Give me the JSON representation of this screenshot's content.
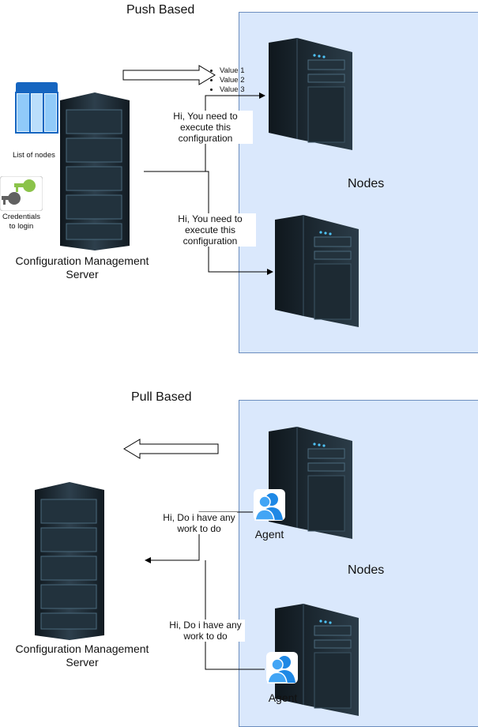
{
  "push": {
    "title": "Push Based",
    "nodes_label": "Nodes",
    "server_label": "Configuration Management Server",
    "list_label": "List of nodes",
    "credentials_label": "Credentials to login",
    "values": [
      "Value 1",
      "Value 2",
      "Value 3"
    ],
    "msg1": "Hi, You need to execute this configuration",
    "msg2": "Hi, You need to execute this configuration"
  },
  "pull": {
    "title": "Pull Based",
    "nodes_label": "Nodes",
    "server_label": "Configuration Management Server",
    "agent1_label": "Agent",
    "agent2_label": "Agent",
    "msg1": "Hi, Do i have any work to do",
    "msg2": "Hi, Do i have any work to do"
  },
  "colors": {
    "panel_fill": "#dae8fc",
    "panel_border": "#6c8ebf",
    "server_dark": "#1e2a33",
    "key_green": "#8bc34a",
    "agent_blue": "#1e88e5"
  }
}
